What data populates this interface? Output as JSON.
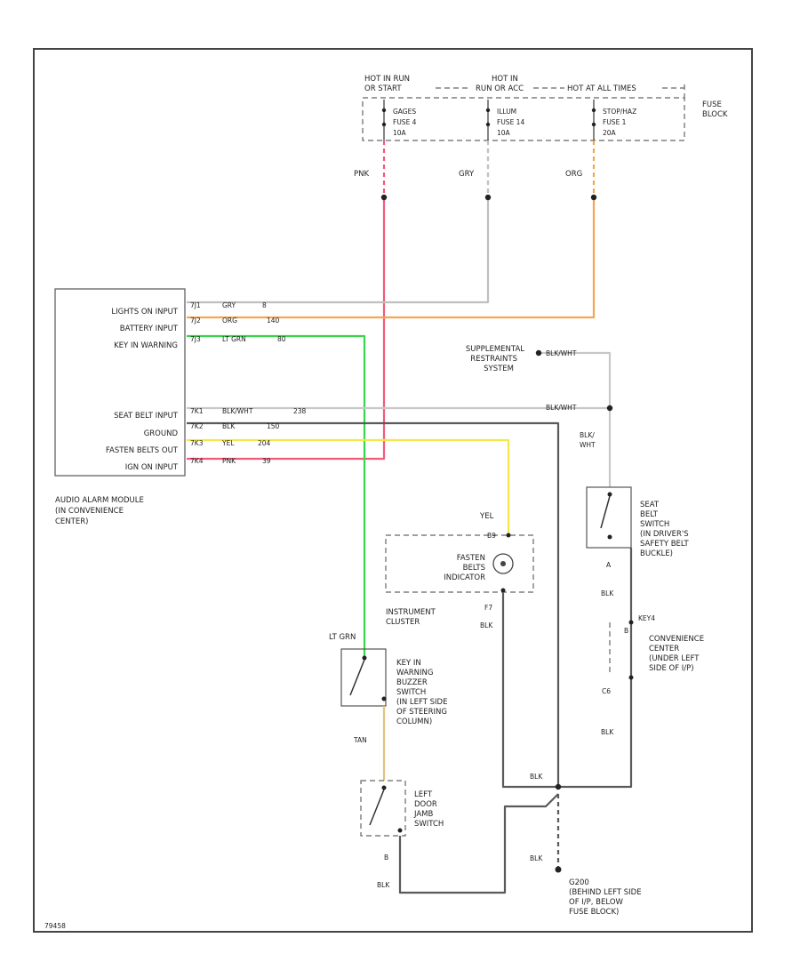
{
  "colors": {
    "pink": "#f45a7a",
    "gray": "#bfbfbf",
    "orange": "#f4a651",
    "green": "#37d64a",
    "yellow": "#f3e74a",
    "black": "#5a5a5a",
    "tan": "#e2c27e",
    "ltgray": "#c8c8c8"
  },
  "fuse_block": {
    "hot_run_start": [
      "HOT IN RUN",
      "OR START"
    ],
    "hot_run_acc": [
      "HOT IN",
      "RUN OR ACC"
    ],
    "hot_all": "HOT AT ALL TIMES",
    "label": [
      "FUSE",
      "BLOCK"
    ],
    "fuse_gages": [
      "GAGES",
      "FUSE 4",
      "10A"
    ],
    "fuse_illum": [
      "ILLUM",
      "FUSE 14",
      "10A"
    ],
    "fuse_stop": [
      "STOP/HAZ",
      "FUSE 1",
      "20A"
    ]
  },
  "wires": {
    "pnk": "PNK",
    "gry": "GRY",
    "org": "ORG",
    "ltgrn": "LT GRN",
    "yel": "YEL",
    "tan": "TAN",
    "blk": "BLK",
    "blkwht": "BLK/WHT",
    "blk_wht_split": [
      "BLK/",
      "WHT"
    ]
  },
  "module": {
    "inputs": [
      "LIGHTS ON INPUT",
      "BATTERY INPUT",
      "KEY IN WARNING"
    ],
    "inputs2": [
      "SEAT BELT INPUT",
      "GROUND",
      "FASTEN BELTS OUT",
      "IGN ON INPUT"
    ],
    "pins": [
      "7J1",
      "7J2",
      "7J3",
      "7K1",
      "7K2",
      "7K3",
      "7K4"
    ],
    "wires": [
      "GRY",
      "ORG",
      "LT GRN",
      "BLK/WHT",
      "BLK",
      "YEL",
      "PNK"
    ],
    "circuits": [
      "8",
      "140",
      "80",
      "238",
      "150",
      "204",
      "39"
    ],
    "caption": [
      "AUDIO ALARM MODULE",
      "(IN CONVENIENCE",
      "CENTER)"
    ]
  },
  "srs": [
    "SUPPLEMENTAL",
    "RESTRAINTS",
    "SYSTEM"
  ],
  "seatbelt_switch": [
    "SEAT",
    "BELT",
    "SWITCH",
    "(IN DRIVER'S",
    "SAFETY BELT",
    "BUCKLE)"
  ],
  "indicator": {
    "label": [
      "FASTEN",
      "BELTS",
      "INDICATOR"
    ],
    "cluster": [
      "INSTRUMENT",
      "CLUSTER"
    ],
    "pin_top": "B9",
    "pin_bot": "F7"
  },
  "buzzer": [
    "KEY IN",
    "WARNING",
    "BUZZER",
    "SWITCH",
    "(IN LEFT SIDE",
    "OF STEERING",
    "COLUMN)"
  ],
  "door_switch": [
    "LEFT",
    "DOOR",
    "JAMB",
    "SWITCH"
  ],
  "conv_center": {
    "conn": "KEY4",
    "label": [
      "CONVENIENCE",
      "CENTER",
      "(UNDER LEFT",
      "SIDE OF I/P)"
    ],
    "pin_top": "B",
    "pin_bot": "C6"
  },
  "ground": [
    "G200",
    "(BEHIND LEFT SIDE",
    "OF I/P, BELOW",
    "FUSE BLOCK)"
  ],
  "misc": {
    "pin_a": "A",
    "pin_b": "B",
    "footer": "79458"
  }
}
